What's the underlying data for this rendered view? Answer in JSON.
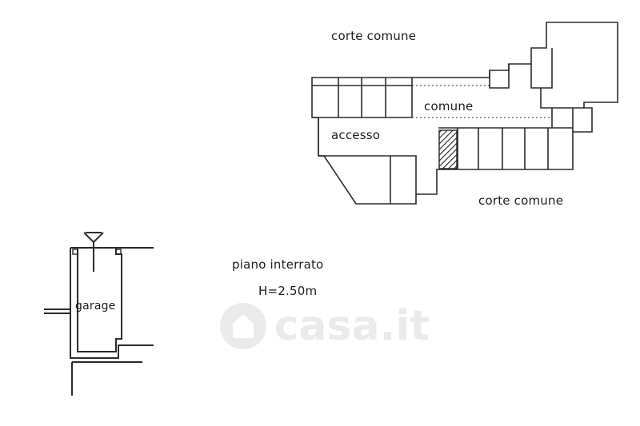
{
  "labels": {
    "corte_comune_top": "corte comune",
    "comune": "comune",
    "accesso": "accesso",
    "corte_comune_bottom": "corte comune",
    "garage": "garage",
    "piano_interrato": "piano interrato",
    "height": "H=2.50m"
  },
  "watermark": {
    "text": "casa.it",
    "icon": "house-icon"
  },
  "colors": {
    "line": "#2b2b2b",
    "paper": "#ffffff"
  }
}
